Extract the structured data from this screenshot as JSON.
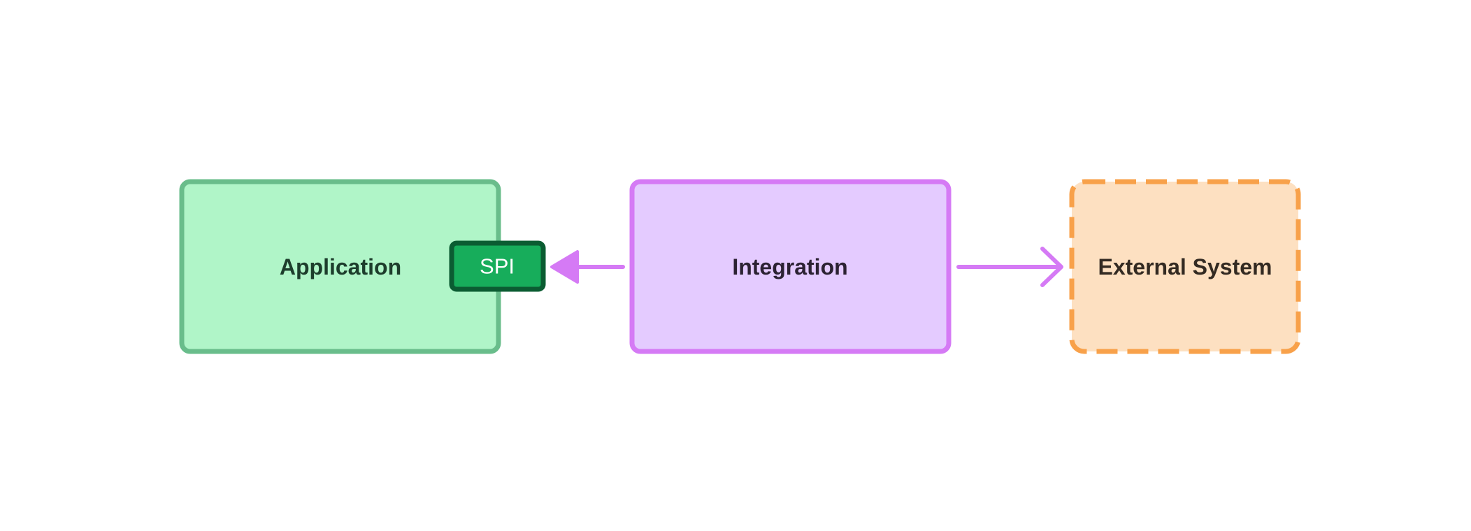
{
  "diagram": {
    "nodes": {
      "application": {
        "label": "Application",
        "fill": "#b0f5c8",
        "stroke": "#69bd8b",
        "text_color": "#1d3d2c",
        "border_style": "solid"
      },
      "integration": {
        "label": "Integration",
        "fill": "#e4cbff",
        "stroke": "#d57af5",
        "text_color": "#2c2233",
        "border_style": "solid"
      },
      "external_system": {
        "label": "External System",
        "fill": "#fde0c1",
        "stroke": "#f8a14a",
        "text_color": "#332a22",
        "border_style": "dashed"
      }
    },
    "ports": {
      "spi": {
        "label": "SPI",
        "parent": "application",
        "fill": "#17ad5b",
        "stroke": "#0b5c32",
        "text_color": "#ffffff"
      }
    },
    "edges": [
      {
        "from": "integration",
        "to": "spi",
        "head": "filled-triangle",
        "color": "#d57af5"
      },
      {
        "from": "integration",
        "to": "external_system",
        "head": "open-chevron",
        "color": "#d57af5"
      }
    ]
  }
}
